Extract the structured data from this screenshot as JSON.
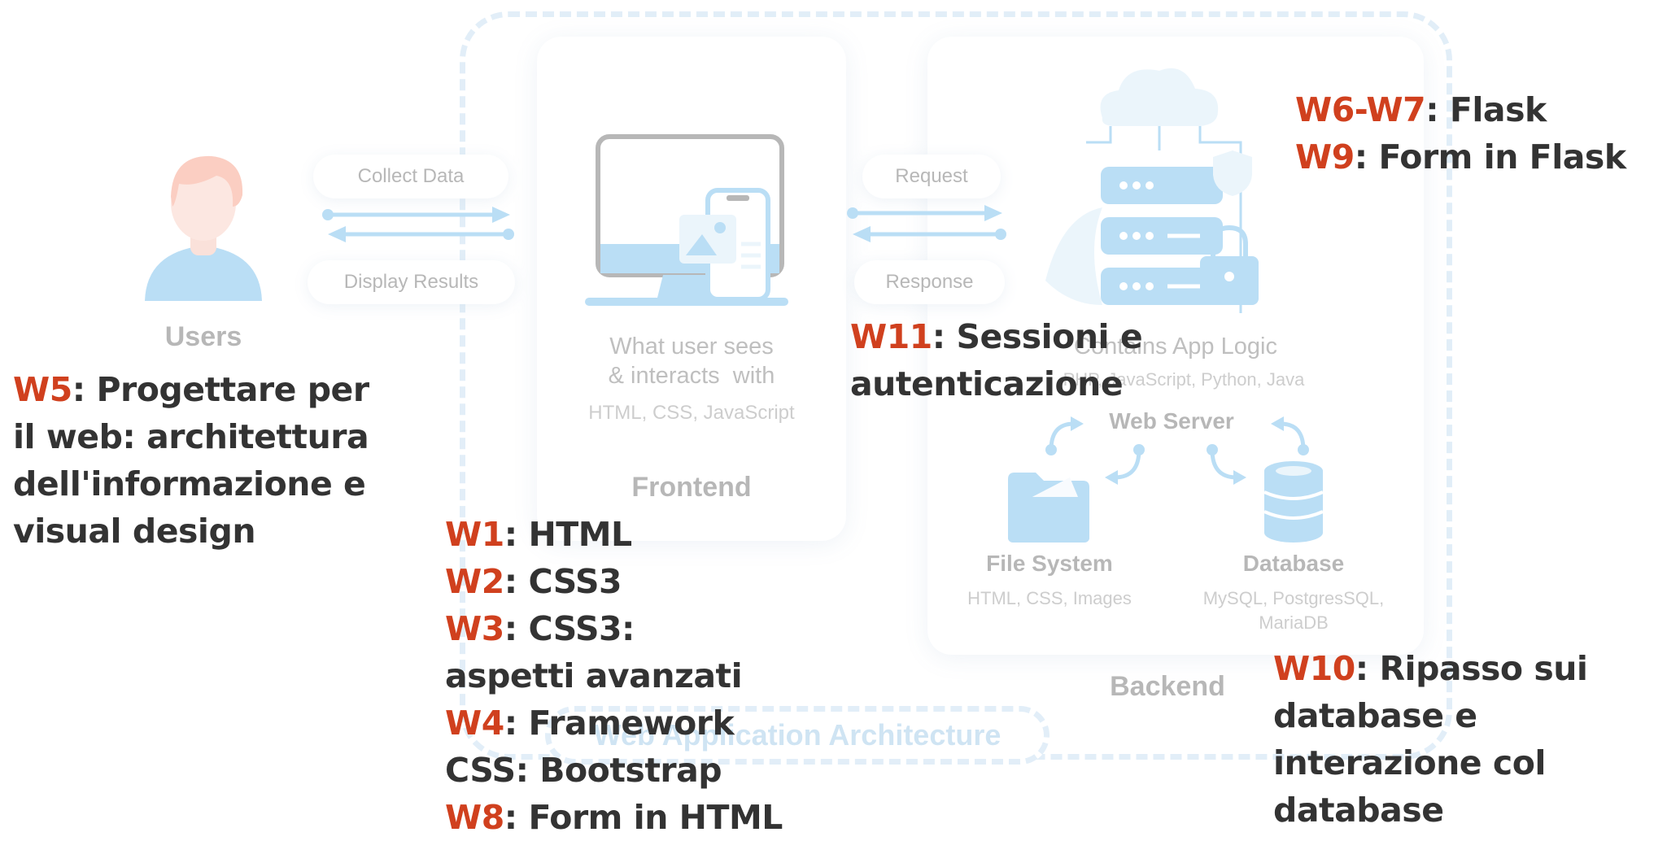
{
  "diagram": {
    "arch_title": "Web Application Architecture",
    "users": {
      "label": "Users"
    },
    "flow_left": {
      "top_label": "Collect Data",
      "bottom_label": "Display Results"
    },
    "flow_right": {
      "top_label": "Request",
      "bottom_label": "Response"
    },
    "frontend": {
      "desc_line1": "What user sees",
      "desc_line2": "& interacts  with",
      "tech": "HTML, CSS, JavaScript",
      "title": "Frontend"
    },
    "backend": {
      "desc": "Contains App Logic",
      "tech": "PHP, JavaScript, Python, Java",
      "server": "Web Server",
      "fs_title": "File System",
      "fs_tech": "HTML, CSS, Images",
      "db_title": "Database",
      "db_tech_line1": "MySQL, PostgresSQL,",
      "db_tech_line2": "MariaDB",
      "title": "Backend"
    },
    "colors": {
      "accent_red": "#d0401e",
      "light_blue": "#a9d2ee",
      "dark_text": "#333333"
    }
  },
  "labels": {
    "w5": {
      "week": "W5",
      "text": "Progettare per il web: architettura dell'informazione e visual design"
    },
    "w11": {
      "week": "W11",
      "text": "Sessioni e autenticazione"
    },
    "w6w7": {
      "week": "W6-W7",
      "text": "Flask"
    },
    "w9": {
      "week": "W9",
      "text": "Form in Flask"
    },
    "w1": {
      "week": "W1",
      "text": "HTML"
    },
    "w2": {
      "week": "W2",
      "text": "CSS3"
    },
    "w3": {
      "week": "W3",
      "text": "CSS3: aspetti avanzati"
    },
    "w4": {
      "week": "W4",
      "text": "Framework CSS: Bootstrap"
    },
    "w8": {
      "week": "W8",
      "text": "Form in HTML"
    },
    "w10": {
      "week": "W10",
      "text": "Ripasso sui database e interazione col database"
    }
  }
}
